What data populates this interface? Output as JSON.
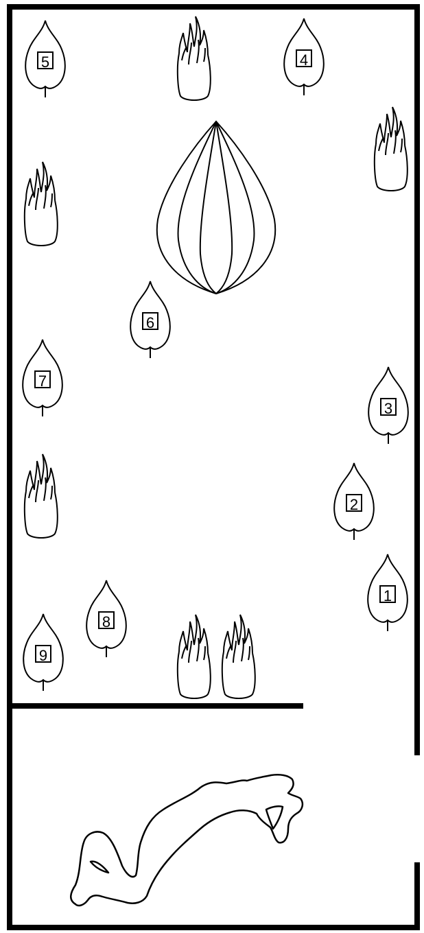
{
  "leaves": [
    {
      "label": "1"
    },
    {
      "label": "2"
    },
    {
      "label": "3"
    },
    {
      "label": "4"
    },
    {
      "label": "5"
    },
    {
      "label": "6"
    },
    {
      "label": "7"
    },
    {
      "label": "8"
    },
    {
      "label": "9"
    }
  ],
  "colors": {
    "ink": "#000000",
    "paper": "#ffffff"
  }
}
